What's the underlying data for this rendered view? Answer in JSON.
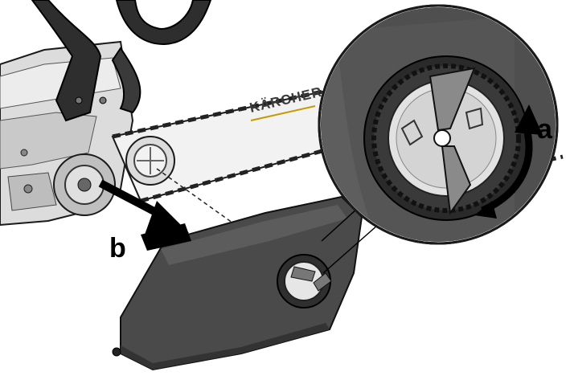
{
  "illustration": {
    "brand_text": "KÄRCHER",
    "labels": {
      "a": "a",
      "b": "b"
    },
    "colors": {
      "background": "#ffffff",
      "metal": "#d9d9d9",
      "metal_dark": "#9a9a9a",
      "cover": "#4a4a4a",
      "cover_dark": "#333333",
      "knob": "#e6e6e6",
      "outline": "#1a1a1a",
      "arrow": "#000000"
    }
  }
}
